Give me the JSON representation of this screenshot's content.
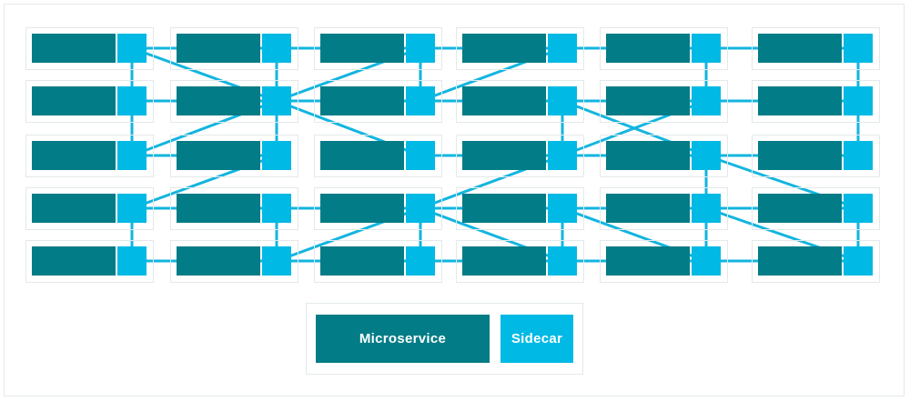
{
  "colors": {
    "microservice": "#027c86",
    "sidecar": "#00b9e4",
    "link": "#12b5df",
    "cell_border": "#e3e9ea"
  },
  "legend": {
    "microservice_label": "Microservice",
    "sidecar_label": "Sidecar"
  },
  "mesh": {
    "columns": 6,
    "rows": 5,
    "links": [
      [
        [
          0,
          0
        ],
        [
          1,
          0
        ]
      ],
      [
        [
          1,
          0
        ],
        [
          2,
          0
        ]
      ],
      [
        [
          2,
          0
        ],
        [
          3,
          0
        ]
      ],
      [
        [
          3,
          0
        ],
        [
          4,
          0
        ]
      ],
      [
        [
          4,
          0
        ],
        [
          5,
          0
        ]
      ],
      [
        [
          0,
          1
        ],
        [
          1,
          1
        ]
      ],
      [
        [
          1,
          1
        ],
        [
          2,
          1
        ]
      ],
      [
        [
          2,
          1
        ],
        [
          3,
          1
        ]
      ],
      [
        [
          3,
          1
        ],
        [
          4,
          1
        ]
      ],
      [
        [
          4,
          1
        ],
        [
          5,
          1
        ]
      ],
      [
        [
          0,
          2
        ],
        [
          1,
          2
        ]
      ],
      [
        [
          2,
          2
        ],
        [
          3,
          2
        ]
      ],
      [
        [
          3,
          2
        ],
        [
          4,
          2
        ]
      ],
      [
        [
          4,
          2
        ],
        [
          5,
          2
        ]
      ],
      [
        [
          0,
          3
        ],
        [
          1,
          3
        ]
      ],
      [
        [
          1,
          3
        ],
        [
          2,
          3
        ]
      ],
      [
        [
          2,
          3
        ],
        [
          3,
          3
        ]
      ],
      [
        [
          3,
          3
        ],
        [
          4,
          3
        ]
      ],
      [
        [
          4,
          3
        ],
        [
          5,
          3
        ]
      ],
      [
        [
          0,
          4
        ],
        [
          1,
          4
        ]
      ],
      [
        [
          1,
          4
        ],
        [
          2,
          4
        ]
      ],
      [
        [
          2,
          4
        ],
        [
          3,
          4
        ]
      ],
      [
        [
          3,
          4
        ],
        [
          4,
          4
        ]
      ],
      [
        [
          4,
          4
        ],
        [
          5,
          4
        ]
      ],
      [
        [
          0,
          0
        ],
        [
          0,
          1
        ]
      ],
      [
        [
          0,
          1
        ],
        [
          0,
          2
        ]
      ],
      [
        [
          0,
          3
        ],
        [
          0,
          4
        ]
      ],
      [
        [
          1,
          0
        ],
        [
          1,
          1
        ]
      ],
      [
        [
          1,
          1
        ],
        [
          1,
          2
        ]
      ],
      [
        [
          1,
          3
        ],
        [
          1,
          4
        ]
      ],
      [
        [
          2,
          0
        ],
        [
          2,
          1
        ]
      ],
      [
        [
          2,
          3
        ],
        [
          2,
          4
        ]
      ],
      [
        [
          3,
          1
        ],
        [
          3,
          2
        ]
      ],
      [
        [
          3,
          3
        ],
        [
          3,
          4
        ]
      ],
      [
        [
          4,
          0
        ],
        [
          4,
          1
        ]
      ],
      [
        [
          4,
          2
        ],
        [
          4,
          3
        ]
      ],
      [
        [
          4,
          3
        ],
        [
          4,
          4
        ]
      ],
      [
        [
          5,
          0
        ],
        [
          5,
          1
        ]
      ],
      [
        [
          5,
          1
        ],
        [
          5,
          2
        ]
      ],
      [
        [
          5,
          3
        ],
        [
          5,
          4
        ]
      ],
      [
        [
          0,
          0
        ],
        [
          1,
          1
        ]
      ],
      [
        [
          1,
          1
        ],
        [
          2,
          2
        ]
      ],
      [
        [
          1,
          1
        ],
        [
          2,
          0
        ]
      ],
      [
        [
          2,
          1
        ],
        [
          3,
          0
        ]
      ],
      [
        [
          0,
          2
        ],
        [
          1,
          1
        ]
      ],
      [
        [
          0,
          3
        ],
        [
          1,
          2
        ]
      ],
      [
        [
          1,
          4
        ],
        [
          2,
          3
        ]
      ],
      [
        [
          2,
          3
        ],
        [
          3,
          2
        ]
      ],
      [
        [
          3,
          2
        ],
        [
          4,
          1
        ]
      ],
      [
        [
          3,
          1
        ],
        [
          4,
          2
        ]
      ],
      [
        [
          4,
          2
        ],
        [
          5,
          3
        ]
      ],
      [
        [
          3,
          4
        ],
        [
          2,
          3
        ]
      ],
      [
        [
          3,
          3
        ],
        [
          4,
          4
        ]
      ],
      [
        [
          4,
          3
        ],
        [
          5,
          4
        ]
      ]
    ]
  }
}
